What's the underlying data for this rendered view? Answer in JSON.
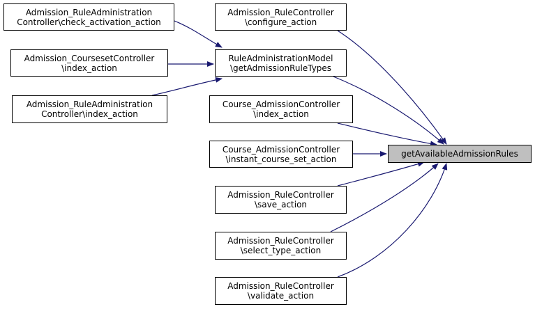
{
  "colors": {
    "edge": "#191970",
    "node_border": "#000000",
    "node_fill": "#ffffff",
    "target_fill": "#bfbfbf"
  },
  "target": {
    "lines": [
      "getAvailableAdmissionRules"
    ]
  },
  "model": {
    "lines": [
      "RuleAdministrationModel",
      "\\getAdmissionRuleTypes"
    ]
  },
  "model_callers": [
    {
      "lines": [
        "Admission_RuleAdministration",
        "Controller\\check_activation_action"
      ]
    },
    {
      "lines": [
        "Admission_CoursesetController",
        "\\index_action"
      ]
    },
    {
      "lines": [
        "Admission_RuleAdministration",
        "Controller\\index_action"
      ]
    }
  ],
  "direct_callers": [
    {
      "lines": [
        "Admission_RuleController",
        "\\configure_action"
      ]
    },
    {
      "lines": [
        "Course_AdmissionController",
        "\\index_action"
      ]
    },
    {
      "lines": [
        "Course_AdmissionController",
        "\\instant_course_set_action"
      ]
    },
    {
      "lines": [
        "Admission_RuleController",
        "\\save_action"
      ]
    },
    {
      "lines": [
        "Admission_RuleController",
        "\\select_type_action"
      ]
    },
    {
      "lines": [
        "Admission_RuleController",
        "\\validate_action"
      ]
    }
  ]
}
